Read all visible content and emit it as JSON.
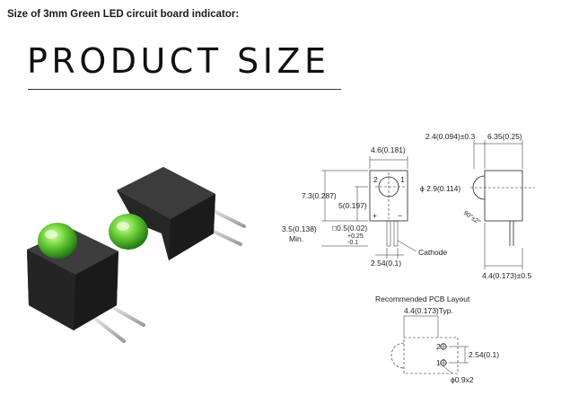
{
  "page": {
    "caption": "Size of 3mm Green LED circuit board indicator:",
    "heading": "PRODUCT SIZE"
  },
  "drawing": {
    "front": {
      "width_dim": "4.6(0.181)",
      "height_dim": "7.3(0.287)",
      "lens_center_dim": "5(0.197)",
      "standoff_dim": "3.5(0.138)",
      "standoff_note": "Min.",
      "lead_dim": "□0.5(0.02)",
      "lead_tol_plus": "+0.25",
      "lead_tol_minus": "-0.1",
      "pitch_dim": "2.54(0.1)",
      "cathode_label": "Cathode",
      "pin1_label": "1",
      "pin2_label": "2",
      "plus_sign": "+",
      "minus_sign": "−"
    },
    "side": {
      "offset_dim": "2.4(0.094)±0.3",
      "body_dim": "6.35(0.25)",
      "lens_dim": "ϕ 2.9(0.114)",
      "angle_dim": "90°±2°",
      "depth_dim": "4.4(0.173)±0.5"
    },
    "pcb": {
      "title": "Recommended PCB Layout",
      "width_dim": "4.4(0.173)Typ.",
      "pitch_dim": "2.54(0.1)",
      "hole_dim": "ϕ0.9x2",
      "pin1_label": "1",
      "pin2_label": "2"
    }
  }
}
